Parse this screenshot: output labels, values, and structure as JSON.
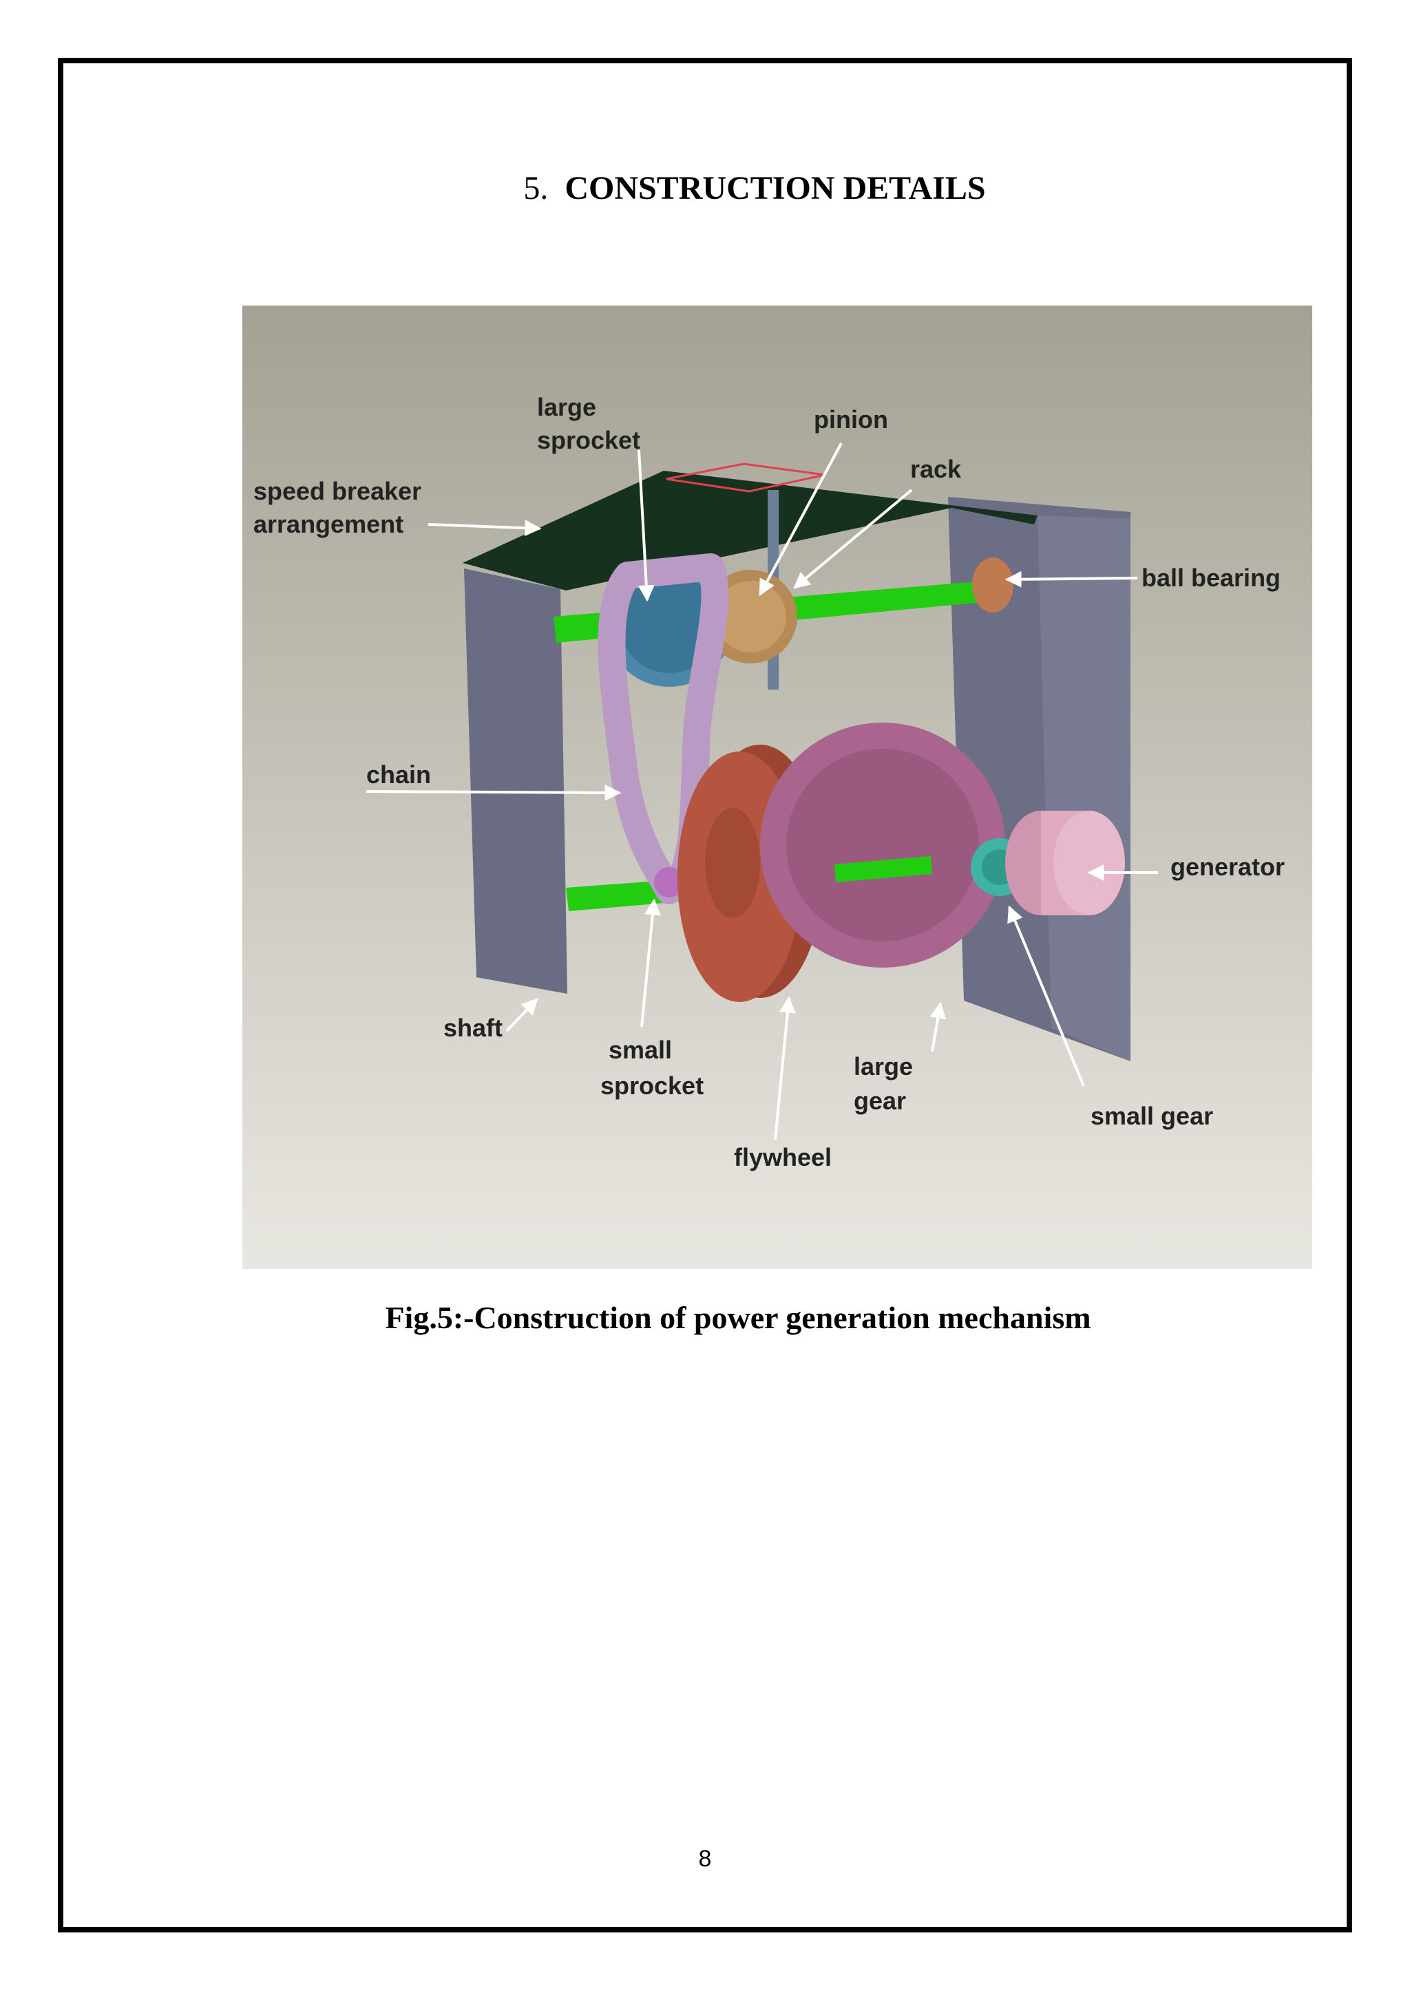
{
  "heading": {
    "number": "5.",
    "title": "CONSTRUCTION DETAILS"
  },
  "figure": {
    "labels": {
      "large_sprocket_line1": "large",
      "large_sprocket_line2": "sprocket",
      "pinion": "pinion",
      "rack": "rack",
      "speed_breaker_line1": "speed breaker",
      "speed_breaker_line2": "arrangement",
      "ball_bearing": "ball bearing",
      "chain": "chain",
      "generator": "generator",
      "shaft": "shaft",
      "small_sprocket_line1": "small",
      "small_sprocket_line2": "sprocket",
      "large_gear_line1": "large",
      "large_gear_line2": "gear",
      "small_gear": "small gear",
      "flywheel": "flywheel"
    },
    "colors": {
      "background_top": "#a3a193",
      "background_bottom": "#e9e7e1",
      "shaft": "#22cc11",
      "plate": "#6a6c84",
      "top_plate": "#16321f",
      "chain": "#b89ac4",
      "large_sprocket": "#4a87a8",
      "pinion": "#b58a55",
      "flywheel": "#b5553f",
      "large_gear": "#a9658d",
      "small_gear": "#3fb3a4",
      "generator": "#e0a9c0",
      "ball_bearing": "#c07a50"
    }
  },
  "caption": "Fig.5:-Construction of power generation mechanism",
  "page_number": "8"
}
